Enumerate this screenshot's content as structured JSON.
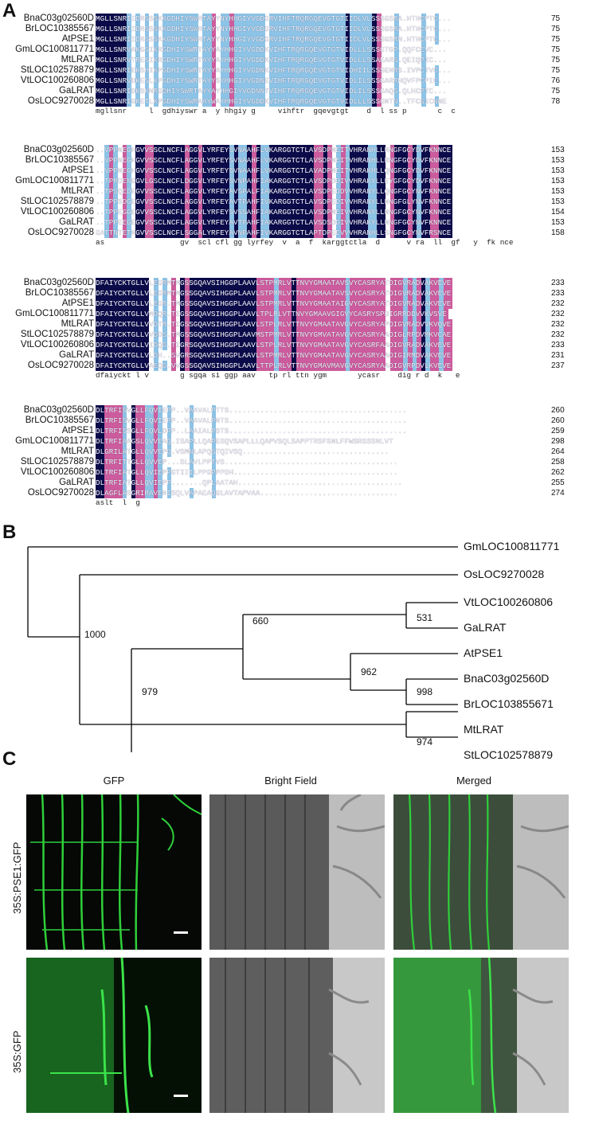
{
  "panels": {
    "a": "A",
    "b": "B",
    "c": "C"
  },
  "alignment": {
    "blocks": [
      {
        "rows": [
          {
            "name": "BnaC03g02560D",
            "seq": "MGLLSNRIIDRSSSKKGDHIYSWRTAYYNYHHGIYVGDGRVIHFTRQRGQEVGTGTIIDLVLSSSGSRA.HTHCPTC...",
            "end": "75"
          },
          {
            "name": "BrLOC10385567",
            "seq": "MGLLSNRIIDRSSSKKGDHIYSWRTAYYNYHHGIYVGDGRVIHFTRQRGQEVGTGTIIDLVLSSSGSRA.HTHCPTC...",
            "end": "75"
          },
          {
            "name": "AtPSE1",
            "seq": "MGLLSNRIIDRSSSKKGDHIYSWRTAYYNYHHGIYVGDGRVIHFTRQRGQEVGTGTIIDLVLSSSGSRN.HTHCPTC...",
            "end": "75"
          },
          {
            "name": "GmLOC100811771",
            "seq": "MGLLSNRVAKGSIKRGDHIYSWRTAYYAYHHGIYVGDDKVIHFTRQRGQEVGTGTVIDLLLSSSGTGP.QQFCEVC...",
            "end": "75"
          },
          {
            "name": "MtLRAT",
            "seq": "MGLLSNRVTRESIKRGDHIYSWRTAYYAYHHGIYVGDDKVIHFTRQRGQEVGTGTVIDLLLSSAEARS.QEIQPIC...",
            "end": "75"
          },
          {
            "name": "StLOC102578879",
            "seq": "MGLLSNRIEKSHIKPGDHIYSWRTAYYAYHHGIYVGDNKVIHFTRQRGQEVGTGTVIDHIILSSSENRS.IVPCTVC...",
            "end": "75"
          },
          {
            "name": "VtLOC100260806",
            "seq": "MGLLSNRVDKESLKPGDHIYSWRTAYYSYHHGIYVGDNEVIHFTRQRGQEVGTGTVIDLILSSSGARRHQVFPCPIC...",
            "end": "76"
          },
          {
            "name": "GaLRAT",
            "seq": "MGLLSNRIDKSKNRGDHIYSWRTAYYAYHHGIYVGDNNTVIHFTRQRGQEVGTGTVIDLILSSSGAQS.QLHCPTC...",
            "end": "75"
          },
          {
            "name": "OsLOC9270028",
            "seq": "MGLLSNRIGKETLKPGDHIYSWRAAYWAYHHGIYVGDDKVIHFTRQRGQEVGTGTVIDLLLSSSGNTN..TFCSICNNE",
            "end": "78"
          }
        ],
        "consensus": "mgllsnr     l  gdhiyswr a  y hhgiy g     vihftr  gqevgtgt    d  l ss p       c  c"
      },
      {
        "rows": [
          {
            "name": "BnaC03g02560D",
            "seq": "..VPPNEGHGVVSSCLNCFLAGGVLYRFEYSVNAAHFLVKARGGTCTLAVSDPNEITVHRANHLLRNGFGCYDVFKNNCE",
            "end": "153"
          },
          {
            "name": "BrLOC10385567",
            "seq": "..VPPNEGHGVVSSCLNCFLAGGVLYRFEYSVNAAHFLVKARGGTCTLAVSDPNEITVHRANHLLRNGFGCYDVFKNNCE",
            "end": "153"
          },
          {
            "name": "AtPSE1",
            "seq": "..VPPNEGHGVVSSCLNCFLAGGVLYRFEYSVNAAHFLVKARGGTCTLAVADPNEITVHRAKHLLQNGFGCYDVFKNNCE",
            "end": "153"
          },
          {
            "name": "GmLOC100811771",
            "seq": "..TPRDENGGVLGSCLNCFLDGGVLYRFEYSVNPAHFIAKARGGTCTLAVSDPDDIVVHRAKYLLEYGFGCYDVFKNNCE",
            "end": "153"
          },
          {
            "name": "MtLRAT",
            "seq": "..TPSQEDEGVVSSCLNCFLAGGVLYRFEYAVSPALFIAKARGGTCTLAVSDPEDDVVHRANYLLQNGFGCYNVFKNNCE",
            "end": "153"
          },
          {
            "name": "StLOC102578879",
            "seq": "..TPPSDGEGVVSSCLNCFLAGGVLYRFEYAVTPAHFIVKARGGTCTLAVSDPEDIVVHRANYLLNNGFGLYNVFKNNCE",
            "end": "153"
          },
          {
            "name": "VtLOC100260806",
            "seq": "..TPPEGGEGVVSSCLNCFLAGGVLYRFEYSVSSAHFIAKARGGTCTLAVSDPNEIVVHRANYLLNNGFGCYNVFKNNCE",
            "end": "154"
          },
          {
            "name": "GaLRAT",
            "seq": "..TPPEEGEGVVSSCLNCFLAGGVLYRFEYAVTPAHFIAKARGGTCTLAVSDSDDIVVHRAKYLLNNGFGCYNVFKNNCE",
            "end": "153"
          },
          {
            "name": "OsLOC9270028",
            "seq": "GATTNTETNGVVSSCLNCFLSGGALYRFEYAVNPAHFIVKARGGTCTLAPTDPEEVVVHRANHLLSNGFGCYNVFRSNCE",
            "end": "158"
          }
        ],
        "consensus": "as                 gv  scl cfl gg lyrfey  v  a  f  karggtctla  d      v ra  ll  gf   y  fk nce"
      },
      {
        "rows": [
          {
            "name": "BnaC03g02560D",
            "seq": "DFAIYCKTGLLVLEGRMTMGSSGQAVSIHGGPLAAVLSTPMRLVTTNVYGMAATAVSVYCASRYATDIGVRADVAKVEVE",
            "end": "233"
          },
          {
            "name": "BrLOC10385567",
            "seq": "DFAIYCKTGLLVLEGRMTMGSSGQAVSIHGGPLAAVLSTPMRLVTTNVYGMAATAVSVYCASRYATDIGVRADVAKVEVE",
            "end": "233"
          },
          {
            "name": "AtPSE1",
            "seq": "DFAIYCKTGLLVLEGR.TMGSSGQAVSIHGGPLAAVLSTPMRLVTTNVYGMAATAIGVYCASRYATDIGVRADVAKVEVE",
            "end": "232"
          },
          {
            "name": "GmLOC100811771",
            "seq": "DFAIYCKTGLLVMDQR.TIGSSGQAVSIHGGPLAAVLTPLRLVTTNVYGMAAVGIGVYCASRYSPDIGRRDDVVKVSVE",
            "end": "232"
          },
          {
            "name": "MtLRAT",
            "seq": "DFAIYCKTGLLVVDTR.TIGSSGQAVSIHGGPLAAVLSTPLRLVTTNVYGMAATAVGVYCASRYAPDIGVRADVVKVQVE",
            "end": "232"
          },
          {
            "name": "StLOC102578879",
            "seq": "DFAIYCKTGLLVVDDS.TMGSSGQAVSIHGGPLAAVMSTPMRLVTTNVYGMVATAVGVYCASRYAADIGLRPDVMKVCAE",
            "end": "232"
          },
          {
            "name": "VtLOC100260806",
            "seq": "DFAIYCKTGLLVIDQG.TIGRSGQAVSIHGGPLAAVLSTPLRLVTTNVYGMAATAVGVYCASRFAADIGVRADVAKVEVE",
            "end": "233"
          },
          {
            "name": "GaLRAT",
            "seq": "DFAIYCKTGLLVLDH..SVGRSGQAVSIHGGPLAAVLSTPMRLVTTNVYGMAATAVGVYCASRYAADIGIRMDVAKVEVE",
            "end": "231"
          },
          {
            "name": "OsLOC9270028",
            "seq": "DFAIYCKTGLLVAEQG.VVGSSGQAVSIHGGPLAAVLTTPLRLVTTNVYGMAVMAVGVYCASRYAADIGVRPDVLKVEVE",
            "end": "237"
          }
        ],
        "consensus": "dfaiyckt l v       g sgqa si ggp aav   tp rl ttn ygm       ycasr    dig r d  k   e"
      },
      {
        "rows": [
          {
            "name": "BnaC03g02560D",
            "seq": "DLTRFISVGLLFQVIEPP..VAAVALPTTS........................................",
            "end": "260"
          },
          {
            "name": "BrLOC10385567",
            "seq": "DLTRFISVGLLFQVIEPP..VAAVALPNTS........................................",
            "end": "260"
          },
          {
            "name": "AtPSE1",
            "seq": "DLTRFISSGLLFQVLDPP..LAAIALPSTS........................................",
            "end": "259"
          },
          {
            "name": "GmLOC100811771",
            "seq": "DLTRFIAAGSLQVVEAQ.ISAPLLQAPESQVSAPLLLQAPVSQLSAPPTRSFSNLFFWSRSSSNLVT",
            "end": "298"
          },
          {
            "name": "MtLRAT",
            "seq": "DLGRILATGLLQVVEPQ.VSMNLAPQSTQIVSQ.................................",
            "end": "264"
          },
          {
            "name": "StLOC102578879",
            "seq": "DLTRFITTGLLQVVEP...SLAVLPPTVS.......................................",
            "end": "258"
          },
          {
            "name": "VtLOC100260806",
            "seq": "DLTRFIATGLLQVIEPPGTIIILPPGPPPDH.....................................",
            "end": "262"
          },
          {
            "name": "GaLRAT",
            "seq": "DLTRFIATGLLQVIEPP.......QPLAATAH.....................................",
            "end": "255"
          },
          {
            "name": "OsLOC9270028",
            "seq": "DLAGFLASGRIRAVENISQLVAPAEAQGLAVTAPVAA...............................",
            "end": "274"
          }
        ],
        "consensus": "aslt  l  g"
      }
    ]
  },
  "tree": {
    "leaves": [
      "GmLOC100811771",
      "OsLOC9270028",
      "VtLOC100260806",
      "GaLRAT",
      "AtPSE1",
      "BnaC03g02560D",
      "BrLOC103855671",
      "MtLRAT",
      "StLOC102578879"
    ],
    "bootstraps": [
      "1000",
      "979",
      "660",
      "531",
      "962",
      "998",
      "974"
    ]
  },
  "microscopy": {
    "columns": [
      "GFP",
      "Bright Field",
      "Merged"
    ],
    "rows": [
      "35S:PSE1:GFP",
      "35S:GFP"
    ]
  },
  "colors": {
    "identical": "#0b0b4a",
    "high": "#cc5c9d",
    "low": "#8cc3e6",
    "gfp": "#2fcf3a"
  }
}
